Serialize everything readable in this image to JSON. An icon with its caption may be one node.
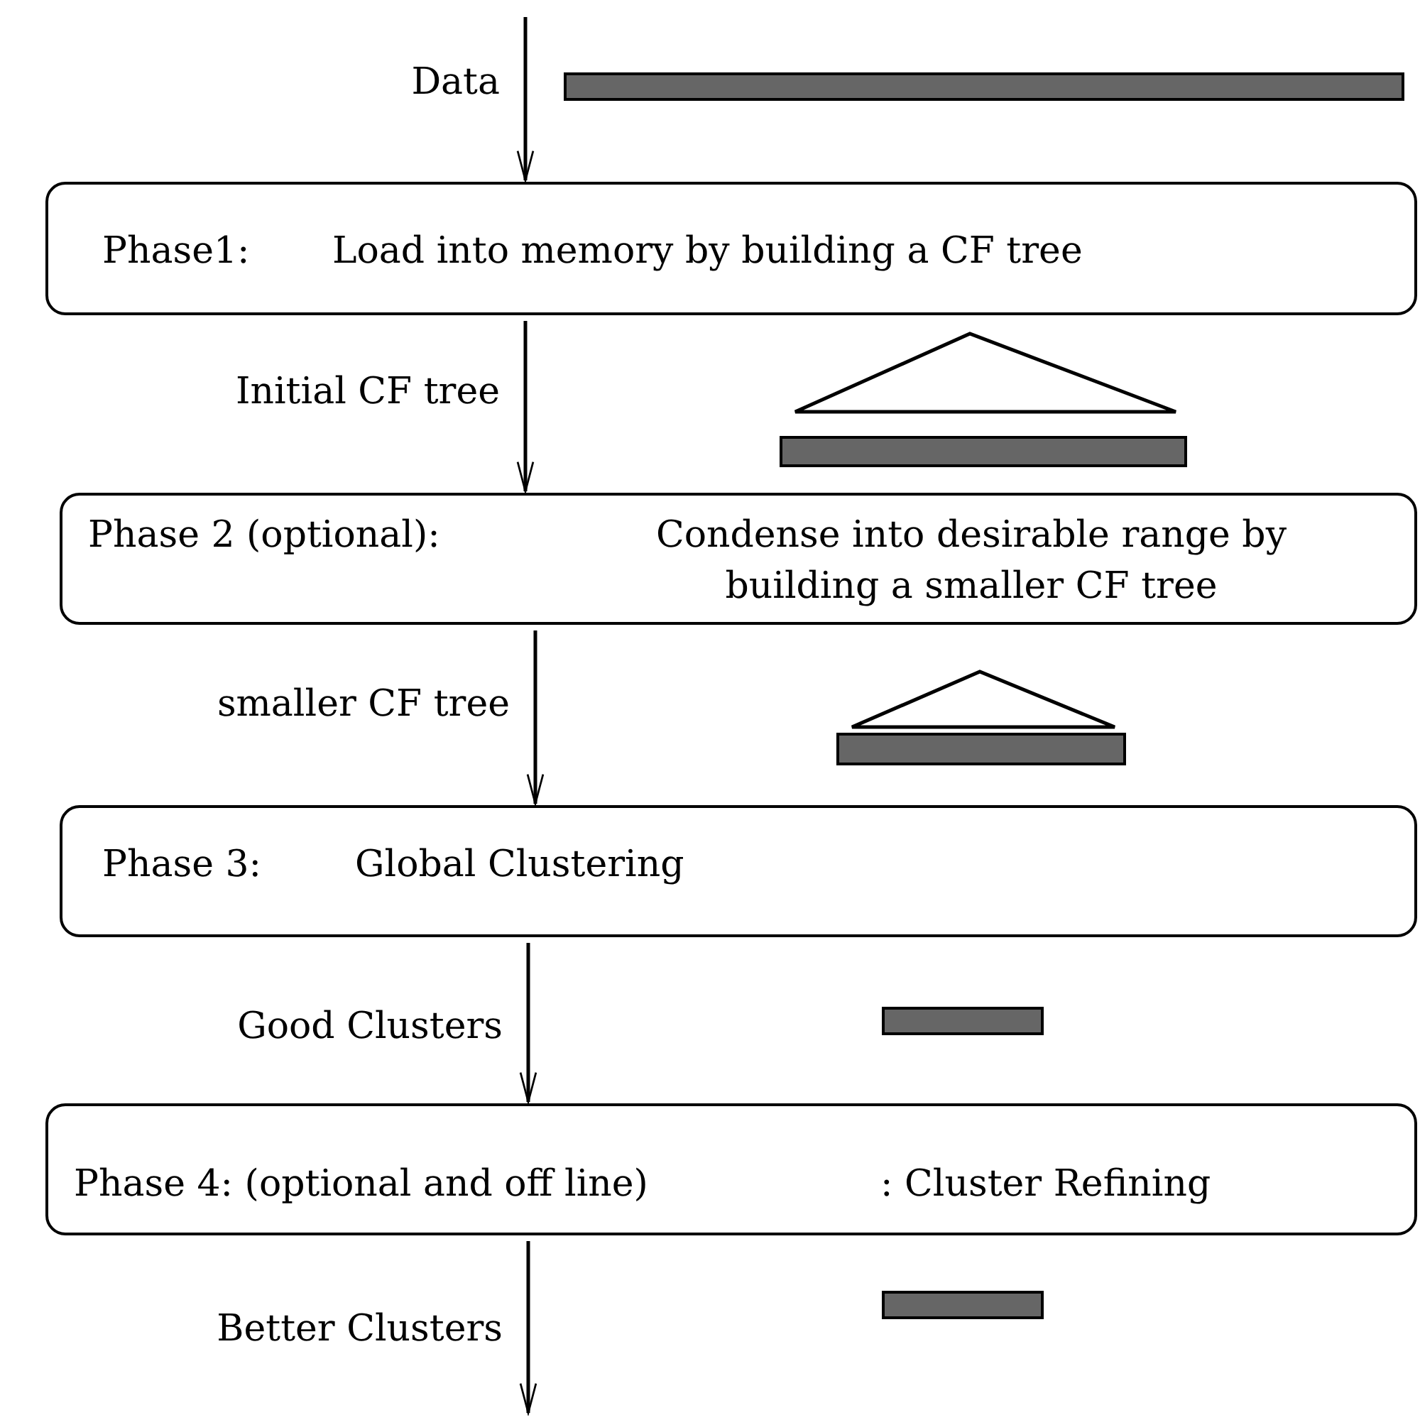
{
  "diagram": {
    "nodes": [
      {
        "text": [
          "Phase1:",
          "Load into memory by building a CF tree"
        ]
      },
      {
        "text": [
          "Phase 2 (optional):",
          "Condense into desirable range by building a smaller CF tree"
        ]
      },
      {
        "text": [
          "Phase 3:",
          "Global Clustering"
        ]
      },
      {
        "text": [
          "Phase 4: (optional and off line)",
          ": Cluster Refining"
        ]
      }
    ],
    "edges": [
      {
        "from": null,
        "to": 0,
        "arrow": "to",
        "label": "Data"
      },
      {
        "from": 0,
        "to": 1,
        "arrow": "to",
        "label": "Initial CF tree"
      },
      {
        "from": 1,
        "to": 2,
        "arrow": "to",
        "label": "smaller CF tree"
      },
      {
        "from": 2,
        "to": 3,
        "arrow": "to",
        "label": "Good Clusters"
      },
      {
        "from": 3,
        "to": null,
        "arrow": "to",
        "label": "Better Clusters"
      }
    ]
  }
}
